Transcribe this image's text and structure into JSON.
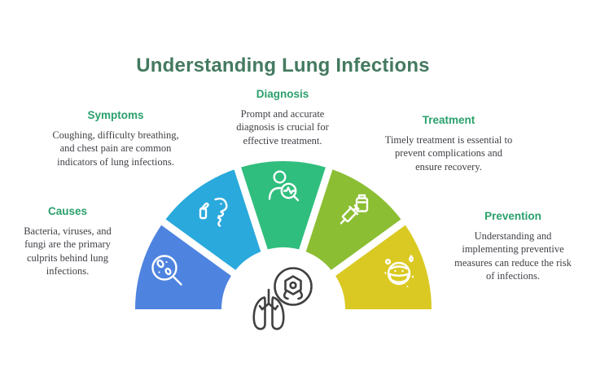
{
  "title": {
    "text": "Understanding Lung Infections"
  },
  "colors": {
    "title": "#447A60",
    "heading": "#2AA06C",
    "body": "#3F3F46",
    "icon_stroke": "#FFFFFF",
    "center_icon": "#404040"
  },
  "sections": {
    "symptoms": {
      "label": "Symptoms",
      "body": "Coughing, difficulty breathing,\nand chest pain are common\nindicators of lung infections."
    },
    "diagnosis": {
      "label": "Diagnosis",
      "body": "Prompt and accurate\ndiagnosis is crucial for\neffective treatment."
    },
    "treatment": {
      "label": "Treatment",
      "body": "Timely treatment is essential to\nprevent complications and\nensure recovery."
    },
    "causes": {
      "label": "Causes",
      "body": "Bacteria, viruses, and\nfungi are the primary\nculprits behind lung\ninfections."
    },
    "prevention": {
      "label": "Prevention",
      "body": "Understanding and\nimplementing preventive\nmeasures can reduce the risk\nof infections."
    }
  },
  "segments": [
    {
      "id": "causes",
      "label": "Causes",
      "color": "#4E83E0",
      "icon": "germs-magnifier-icon"
    },
    {
      "id": "symptoms",
      "label": "Symptoms",
      "color": "#2AA9DC",
      "icon": "coughing-person-icon"
    },
    {
      "id": "diagnosis",
      "label": "Diagnosis",
      "color": "#30BE7E",
      "icon": "diagnosis-magnifier-icon"
    },
    {
      "id": "treatment",
      "label": "Treatment",
      "color": "#8CBE33",
      "icon": "syringe-vial-icon"
    },
    {
      "id": "prevention",
      "label": "Prevention",
      "color": "#DAC922",
      "icon": "masked-face-icon"
    }
  ],
  "center_icon": "lungs-virus-icon"
}
